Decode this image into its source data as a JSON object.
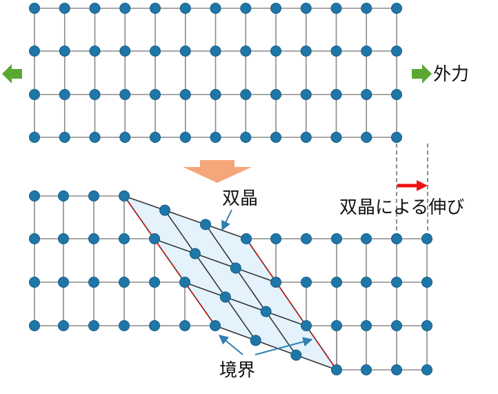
{
  "labels": {
    "external_force": "外力",
    "twin": "双晶",
    "elongation": "双晶による伸び",
    "boundary": "境界"
  },
  "colors": {
    "atom": "#1f77a8",
    "atom_stroke": "#155a82",
    "bond": "#8a8a8a",
    "twin_bond": "#333333",
    "twin_fill": "#e3f2fb",
    "boundary_line": "#e02020",
    "force_arrow": "#5aa832",
    "step_arrow": "#f5a77a",
    "elongation_arrow": "#ee1111",
    "label_pointer": "#2f7fb0"
  },
  "icons": {
    "left_arrow": "left-arrow-icon",
    "right_arrow": "right-arrow-icon",
    "down_arrow": "down-arrow-icon"
  }
}
